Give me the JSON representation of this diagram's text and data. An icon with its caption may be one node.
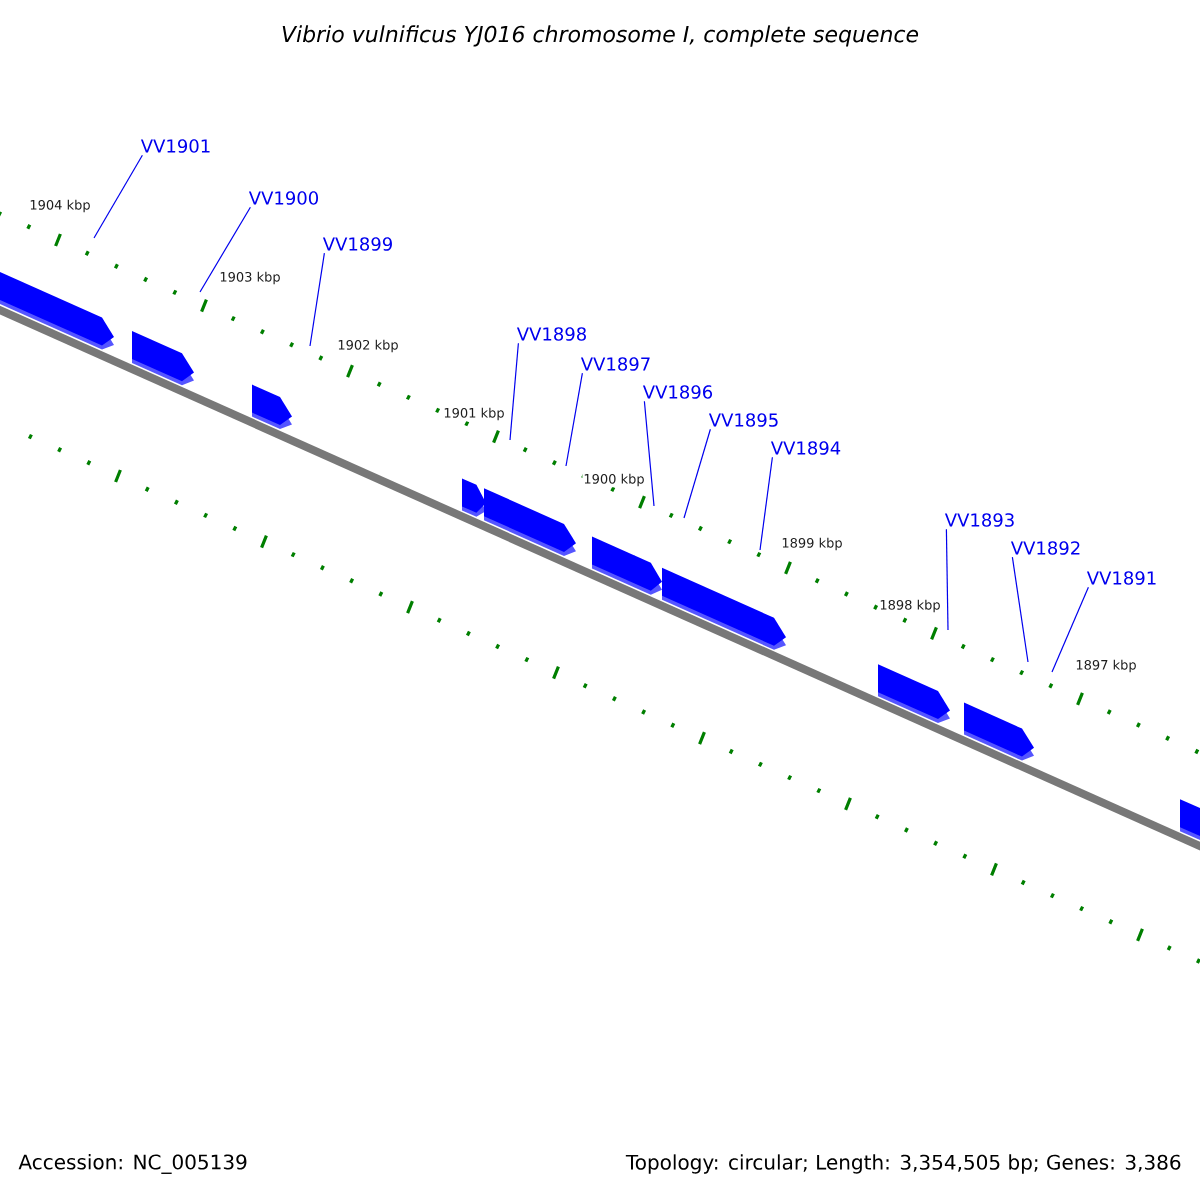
{
  "diagram": {
    "title": "Vibrio vulnificus YJ016 chromosome I, complete sequence",
    "nodes": [
      {
        "text": [
          "VV1901"
        ]
      },
      {
        "text": [
          "VV1900"
        ]
      },
      {
        "text": [
          "VV1899"
        ]
      },
      {
        "text": [
          "VV1898"
        ]
      },
      {
        "text": [
          "VV1897"
        ]
      },
      {
        "text": [
          "VV1896"
        ]
      },
      {
        "text": [
          "VV1895"
        ]
      },
      {
        "text": [
          "VV1894"
        ]
      },
      {
        "text": [
          "VV1893"
        ]
      },
      {
        "text": [
          "VV1892"
        ]
      },
      {
        "text": [
          "VV1891"
        ]
      }
    ],
    "edges": [
      {
        "from": 0,
        "to": null,
        "arrow": "none"
      },
      {
        "from": 1,
        "to": null,
        "arrow": "none"
      },
      {
        "from": 2,
        "to": null,
        "arrow": "none"
      },
      {
        "from": 3,
        "to": null,
        "arrow": "none"
      },
      {
        "from": 4,
        "to": null,
        "arrow": "none"
      },
      {
        "from": 5,
        "to": null,
        "arrow": "none"
      },
      {
        "from": 6,
        "to": null,
        "arrow": "none"
      },
      {
        "from": 7,
        "to": null,
        "arrow": "none"
      },
      {
        "from": 8,
        "to": null,
        "arrow": "none"
      },
      {
        "from": 9,
        "to": null,
        "arrow": "none"
      },
      {
        "from": 10,
        "to": null,
        "arrow": "none"
      }
    ],
    "labels": [
      "1904 kbp",
      "1903 kbp",
      "1902 kbp",
      "1901 kbp",
      "1900 kbp",
      "1899 kbp",
      "1898 kbp",
      "1897 kbp",
      "Accession: NC_005139",
      "Topology: circular; Length: 3,354,505 bp; Genes: 3,386"
    ]
  }
}
